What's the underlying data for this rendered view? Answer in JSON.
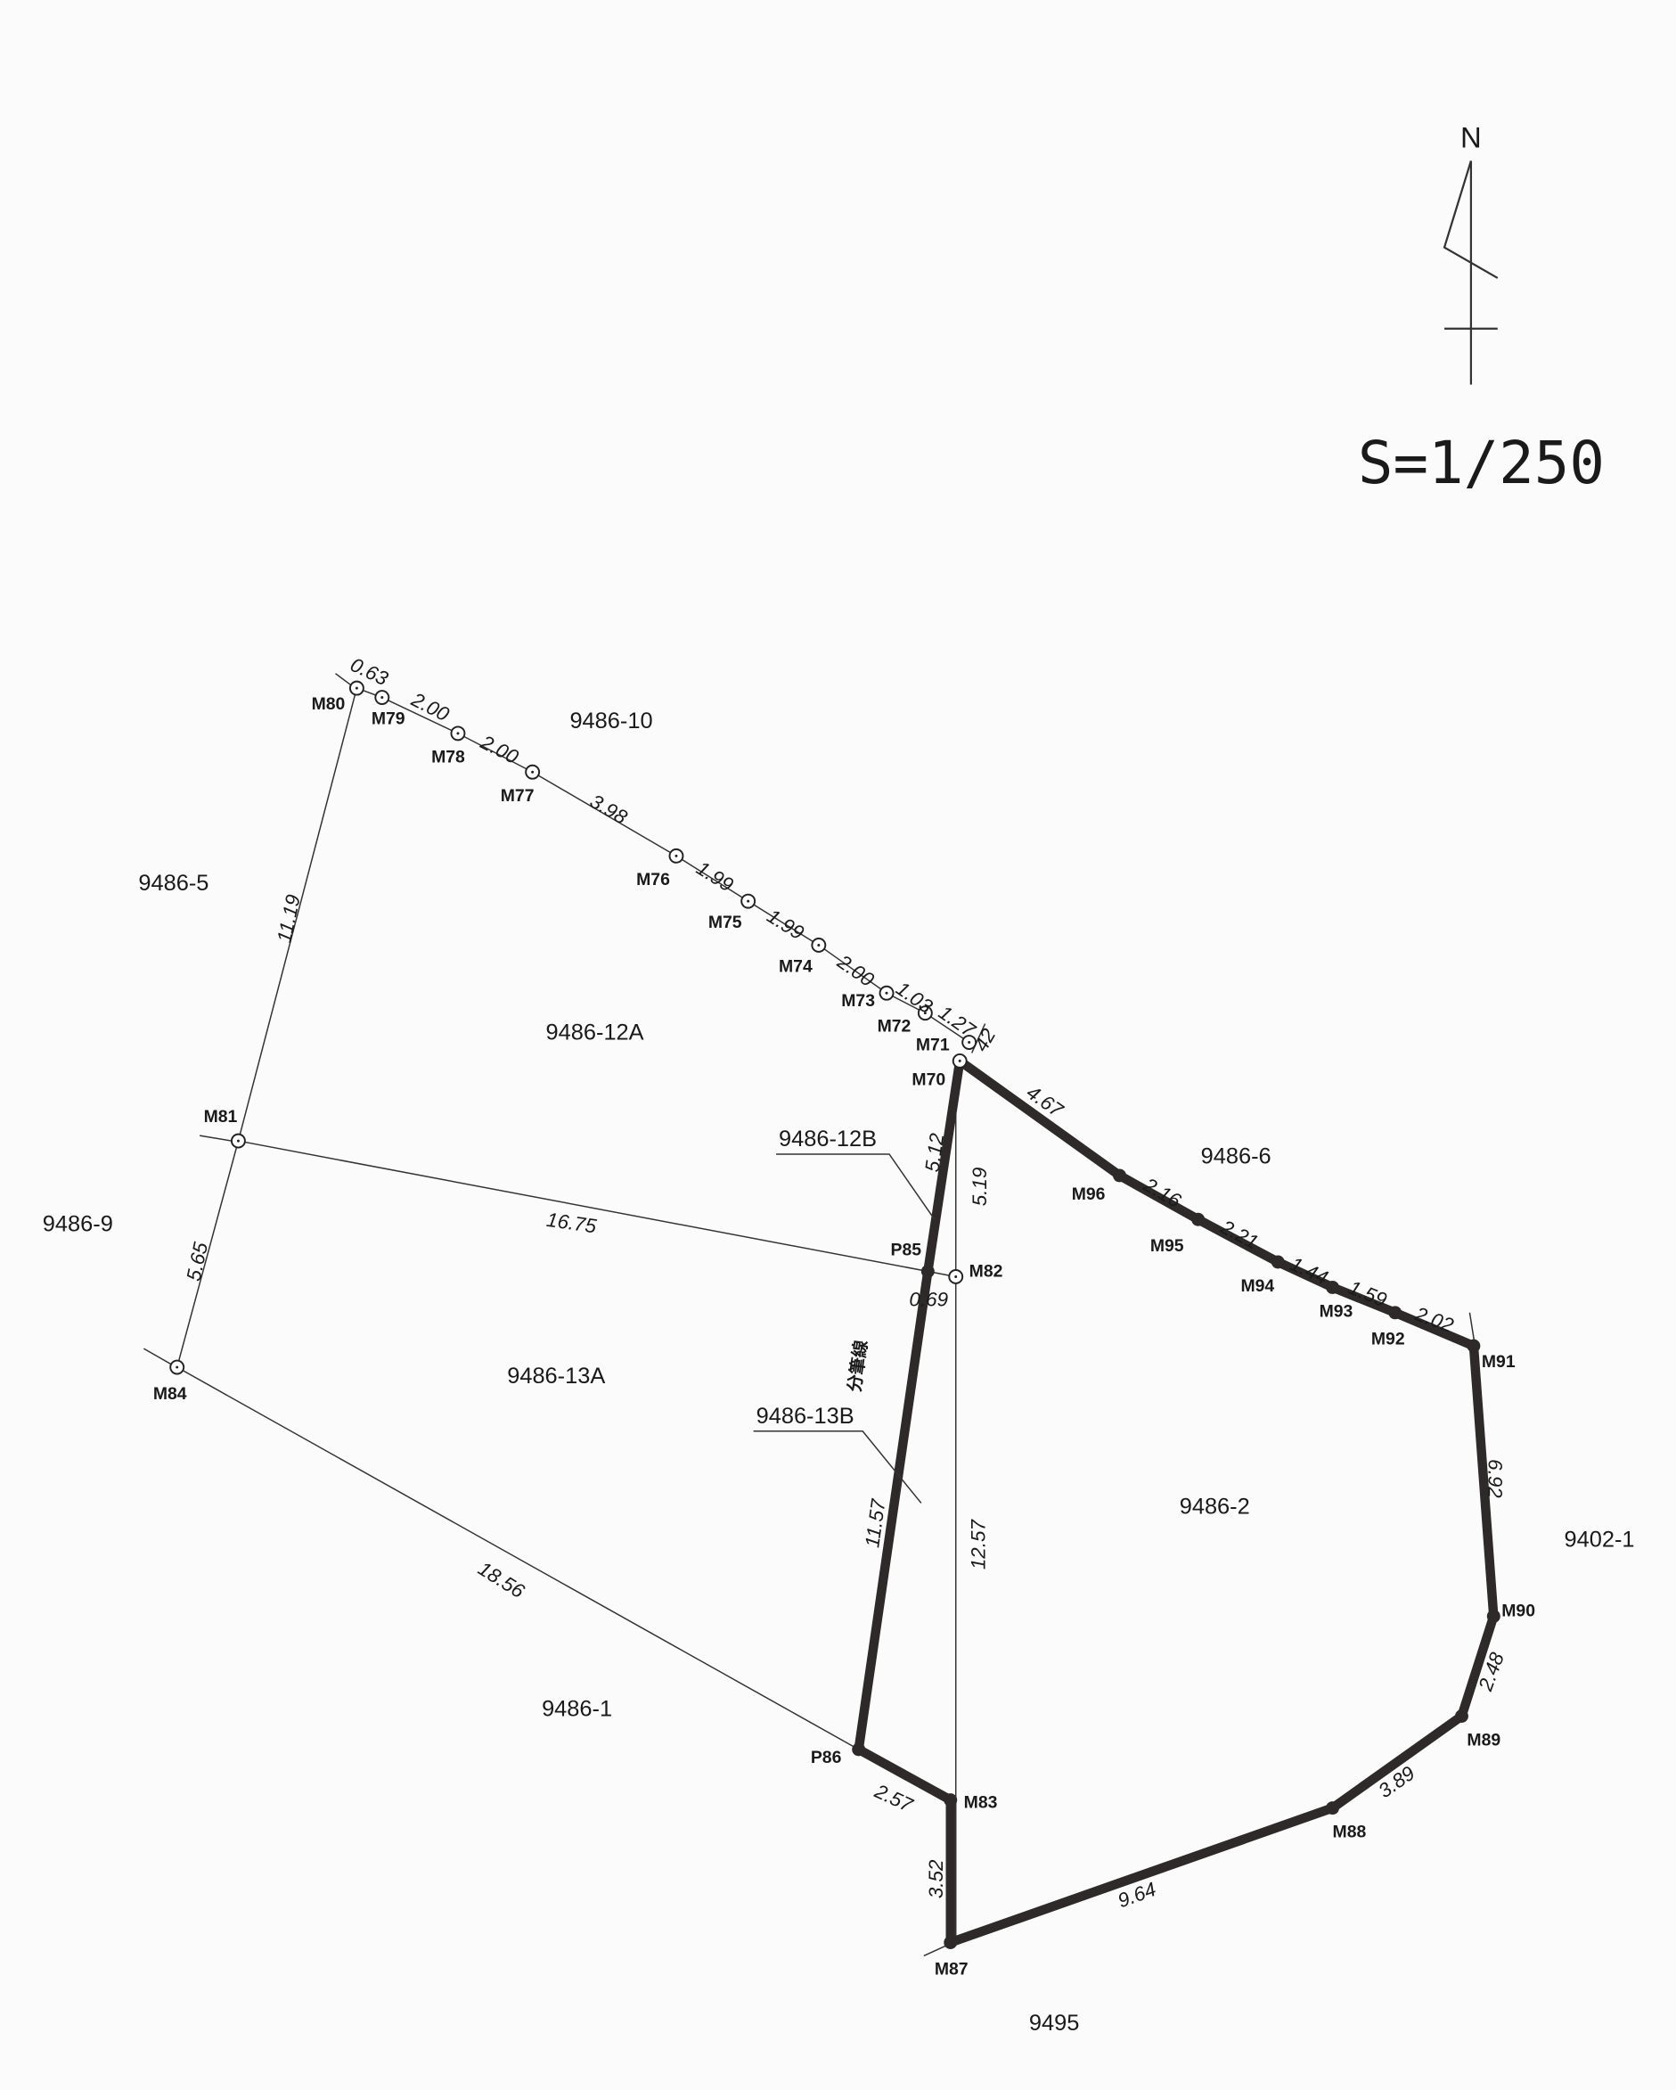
{
  "scale_label": "S=1/250",
  "north_label": "N",
  "points": [
    "M70",
    "M71",
    "M72",
    "M73",
    "M74",
    "M75",
    "M76",
    "M77",
    "M78",
    "M79",
    "M80",
    "M81",
    "M82",
    "M83",
    "M84",
    "P85",
    "P86",
    "M87",
    "M88",
    "M89",
    "M90",
    "M91",
    "M92",
    "M93",
    "M94",
    "M95",
    "M96"
  ],
  "distances": [
    "0.63",
    "2.00",
    "2.00",
    "3.98",
    "1.99",
    "1.99",
    "2.00",
    "1.03",
    "1.27",
    "42",
    "4.67",
    "2.16",
    "2.21",
    "1.44",
    "1.59",
    "2.02",
    "6.92",
    "2.48",
    "3.89",
    "9.64",
    "3.52",
    "2.57",
    "11.57",
    "12.57",
    "5.12",
    "5.19",
    "0.69",
    "16.75",
    "11.19",
    "5.65",
    "18.56"
  ],
  "division_line_label": "分筆線",
  "parcels": [
    "9486-10",
    "9486-5",
    "9486-12A",
    "9486-12B",
    "9486-6",
    "9486-9",
    "9486-13A",
    "9486-13B",
    "9486-2",
    "9402-1",
    "9486-1",
    "9495"
  ],
  "colors": {
    "boundary": "#2e2a2a",
    "line": "#333333",
    "background": "#fbfbfb"
  }
}
